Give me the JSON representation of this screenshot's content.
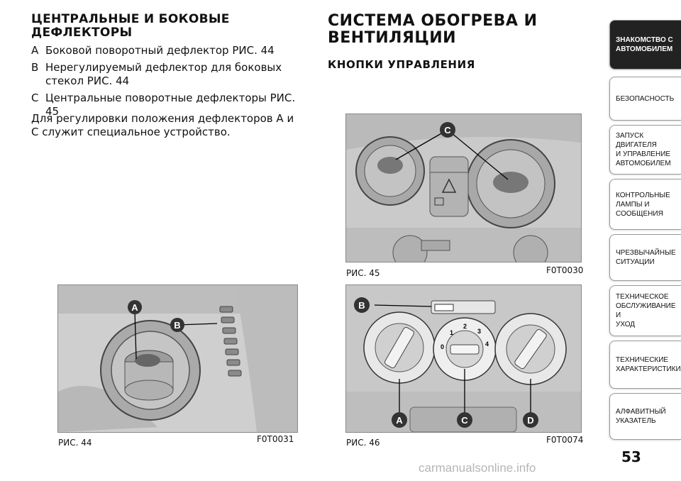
{
  "left": {
    "heading": "ЦЕНТРАЛЬНЫЕ И БОКОВЫЕ ДЕФЛЕКТОРЫ",
    "items": [
      {
        "key": "A",
        "text": "Боковой поворотный дефлектор РИС. 44"
      },
      {
        "key": "B",
        "text": "Нерегулируемый дефлектор для боковых стекол РИС. 44"
      },
      {
        "key": "C",
        "text": "Центральные поворотные дефлекторы РИС. 45"
      }
    ],
    "paragraph": "Для регулировки положения дефлекторов A и C служит специальное устройство."
  },
  "right": {
    "heading": "СИСТЕМА ОБОГРЕВА И ВЕНТИЛЯЦИИ",
    "subheading": "КНОПКИ УПРАВЛЕНИЯ"
  },
  "figures": {
    "fig44": {
      "caption": "РИС. 44",
      "code": "F0T0031",
      "labels": [
        "A",
        "B"
      ]
    },
    "fig45": {
      "caption": "РИС. 45",
      "code": "F0T0030",
      "labels": [
        "C"
      ]
    },
    "fig46": {
      "caption": "РИС. 46",
      "code": "F0T0074",
      "labels": [
        "B",
        "A",
        "C",
        "D"
      ],
      "dial_numbers": [
        "0",
        "1",
        "2",
        "3",
        "4"
      ]
    }
  },
  "tabs": [
    {
      "label": "ЗНАКОМСТВО С\nАВТОМОБИЛЕМ",
      "active": true
    },
    {
      "label": "БЕЗОПАСНОСТЬ",
      "active": false
    },
    {
      "label": "ЗАПУСК ДВИГАТЕЛЯ\nИ УПРАВЛЕНИЕ\nАВТОМОБИЛЕМ",
      "active": false
    },
    {
      "label": "КОНТРОЛЬНЫЕ\nЛАМПЫ И\nСООБЩЕНИЯ",
      "active": false
    },
    {
      "label": "ЧРЕЗВЫЧАЙНЫЕ\nСИТУАЦИИ",
      "active": false
    },
    {
      "label": "ТЕХНИЧЕСКОЕ\nОБСЛУЖИВАНИЕ И\nУХОД",
      "active": false
    },
    {
      "label": "ТЕХНИЧЕСКИЕ\nХАРАКТЕРИСТИКИ",
      "active": false
    },
    {
      "label": "АЛФАВИТНЫЙ\nУКАЗАТЕЛЬ",
      "active": false
    }
  ],
  "page_number": "53",
  "watermark": "carmanualsonline.info"
}
